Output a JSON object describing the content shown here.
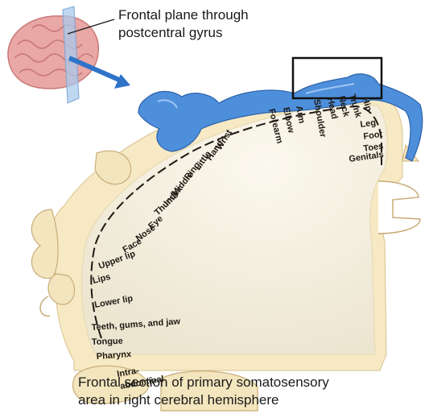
{
  "captions": {
    "top_line1": "Frontal plane through",
    "top_line2": "postcentral gyrus",
    "bottom_line1": "Frontal section of primary somatosensory",
    "bottom_line2": "area in right cerebral hemisphere"
  },
  "homunculus_labels": {
    "genitals": "Genitals",
    "toes": "Toes",
    "foot": "Foot",
    "leg": "Leg",
    "hip": "Hip",
    "trunk": "Trunk",
    "neck": "Neck",
    "head": "Head",
    "shoulder": "Shoulder",
    "arm": "Arm",
    "elbow": "Elbow",
    "forearm": "Forearm",
    "wrist": "Wrist",
    "hand": "Hand",
    "little": "Little",
    "ring": "Ring",
    "middle": "Middle",
    "index": "Index",
    "thumb": "Thumb",
    "eye": "Eye",
    "nose": "Nose",
    "face": "Face",
    "upper_lip": "Upper lip",
    "lips": "Lips",
    "lower_lip": "Lower lip",
    "teeth": "Teeth, gums, and jaw",
    "tongue": "Tongue",
    "pharynx": "Pharynx",
    "intra": "Intra-",
    "abdominal": "abdominal"
  },
  "colors": {
    "cortex_fill": "#f6e9c4",
    "white_matter": "#f3efe0",
    "blue_vessel": "#4e8fdc",
    "brain_pink": "#e9a7a5",
    "plane_blue": "#a9c9ec"
  }
}
